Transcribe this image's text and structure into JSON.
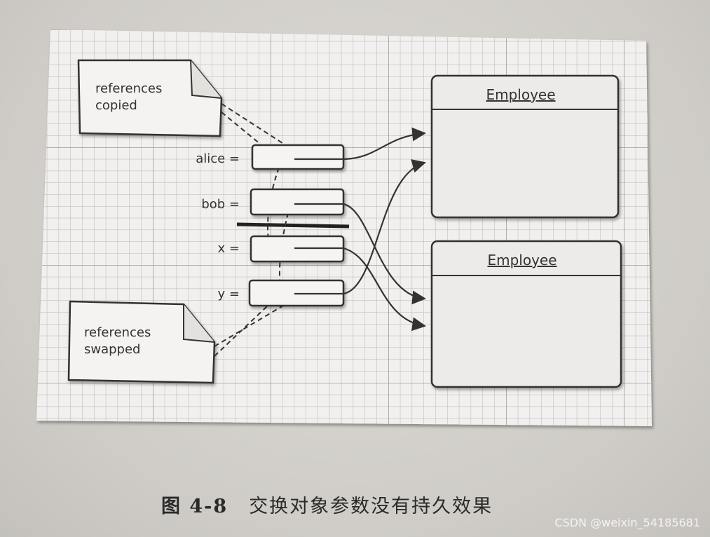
{
  "notes": {
    "copied": [
      "references",
      "copied"
    ],
    "swapped": [
      "references",
      "swapped"
    ]
  },
  "variables": {
    "alice": "alice =",
    "bob": "bob =",
    "x": "x =",
    "y": "y ="
  },
  "objects": {
    "top": "Employee",
    "bottom": "Employee"
  },
  "caption": {
    "figure": "图 4-8",
    "text": "交换对象参数没有持久效果"
  },
  "watermark": "CSDN @weixin_54185681"
}
